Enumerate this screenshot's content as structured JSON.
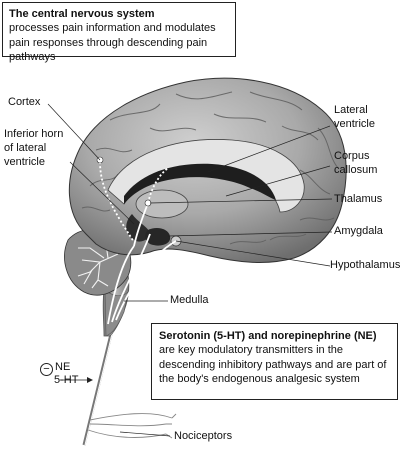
{
  "top_box": {
    "title": "The central nervous system",
    "body": "processes pain information and modulates pain responses through descending pain pathways"
  },
  "bottom_box": {
    "title": "Serotonin (5-HT) and norepinephrine (NE)",
    "body": "are key modulatory transmitters in the descending inhibitory pathways and are part of the body's endogenous analgesic system"
  },
  "labels": {
    "cortex": "Cortex",
    "inferior_horn": "Inferior horn\nof lateral\nventricle",
    "lateral_ventricle": "Lateral\nventricle",
    "corpus_callosum": "Corpus\ncallosum",
    "thalamus": "Thalamus",
    "amygdala": "Amygdala",
    "hypothalamus": "Hypothalamus",
    "medulla": "Medulla",
    "ne": "NE",
    "serotonin": "5-HT",
    "nociceptors": "Nociceptors",
    "minus_sign": "−"
  },
  "colors": {
    "brain_light": "#a8a8a8",
    "brain_dark": "#555555",
    "ventricle": "#2a2a2a",
    "stem": "#9a9a9a",
    "pathway": "#ffffff"
  }
}
